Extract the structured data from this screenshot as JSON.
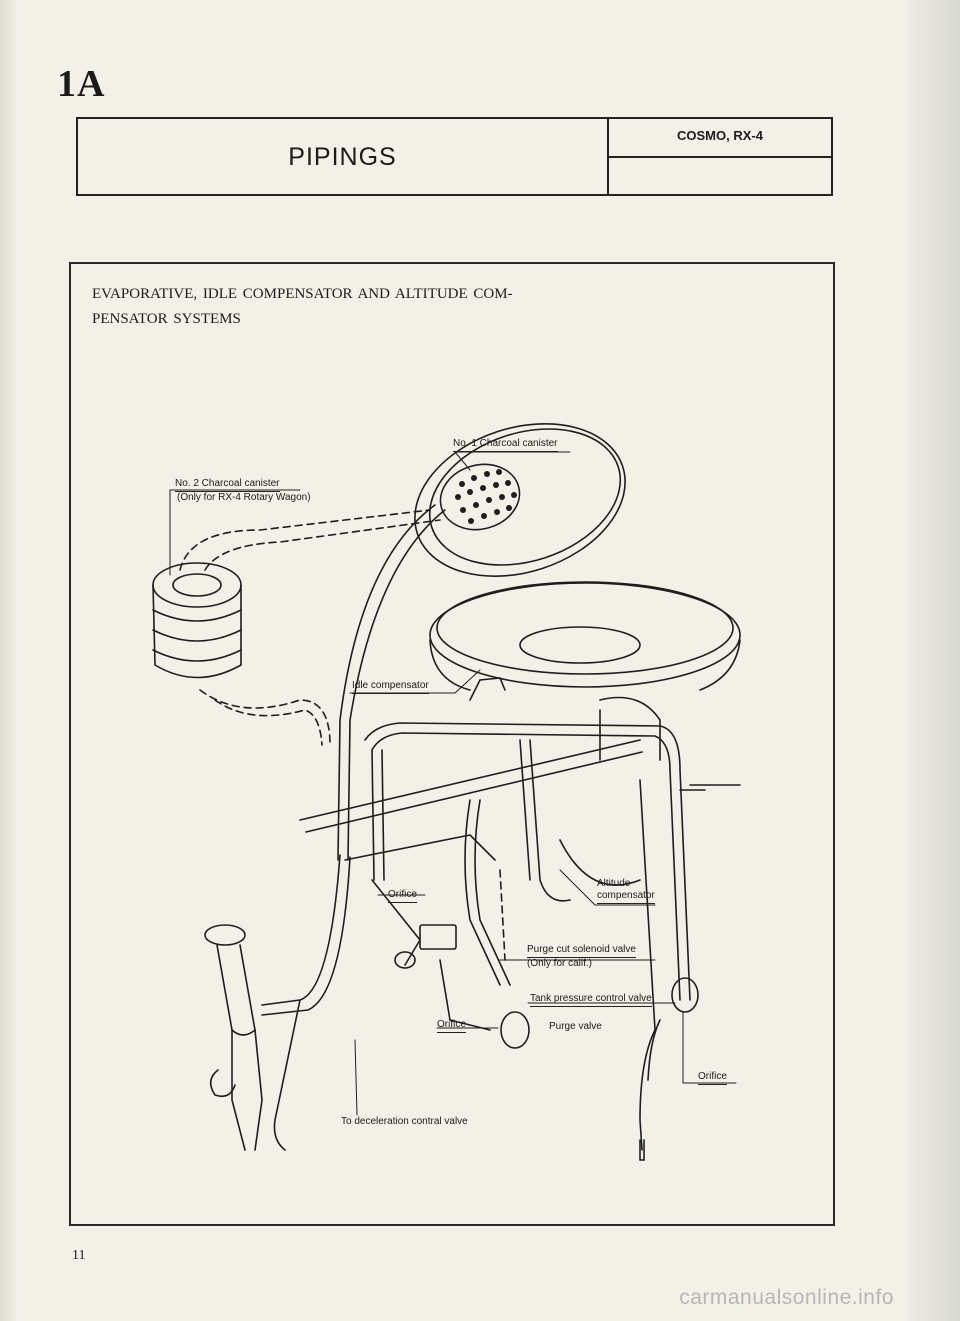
{
  "section_number": "1A",
  "header": {
    "title": "PIPINGS",
    "model": "COSMO, RX-4"
  },
  "figure": {
    "heading_line1": "EVAPORATIVE, IDLE COMPENSATOR AND ALTITUDE COM-",
    "heading_line2": "PENSATOR SYSTEMS",
    "callouts": {
      "no1_canister": "No. 1 Charcoal canister",
      "no2_canister": "No. 2 Charcoal canister",
      "no2_canister_note": "(Only for RX-4 Rotary Wagon)",
      "idle_compensator": "Idle compensator",
      "orifice_upper": "Orifice",
      "altitude_compensator_1": "Altitude",
      "altitude_compensator_2": "compensator",
      "purge_cut_valve": "Purge cut solenoid valve",
      "purge_cut_valve_note": "(Only for calif.)",
      "tank_pressure_valve": "Tank pressure control valve",
      "orifice_lower": "Orifice",
      "purge_valve": "Purge valve",
      "orifice_right": "Orifice",
      "decel_valve": "To deceleration contral valve"
    }
  },
  "page_number": "11",
  "watermark": "carmanualsonline.info"
}
